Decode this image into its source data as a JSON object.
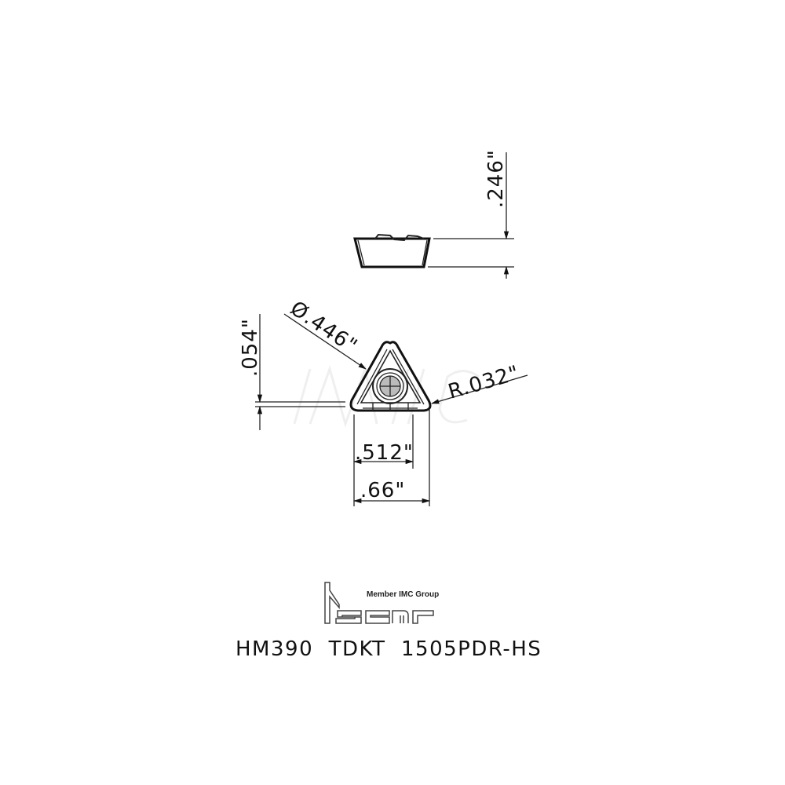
{
  "drawing": {
    "part_number": "HM390  TDKT  1505PDR-HS",
    "brand": {
      "name": "iscar",
      "tagline": "Member IMC Group"
    },
    "dimensions": {
      "thickness": ".246\"",
      "inscribed_circle": "Ø.446\"",
      "corner_radius": "R.032\"",
      "land_height": ".054\"",
      "width_inner": ".512\"",
      "width_overall": ".66\""
    },
    "views": [
      "side-view",
      "top-view"
    ],
    "watermark": "MSC"
  }
}
